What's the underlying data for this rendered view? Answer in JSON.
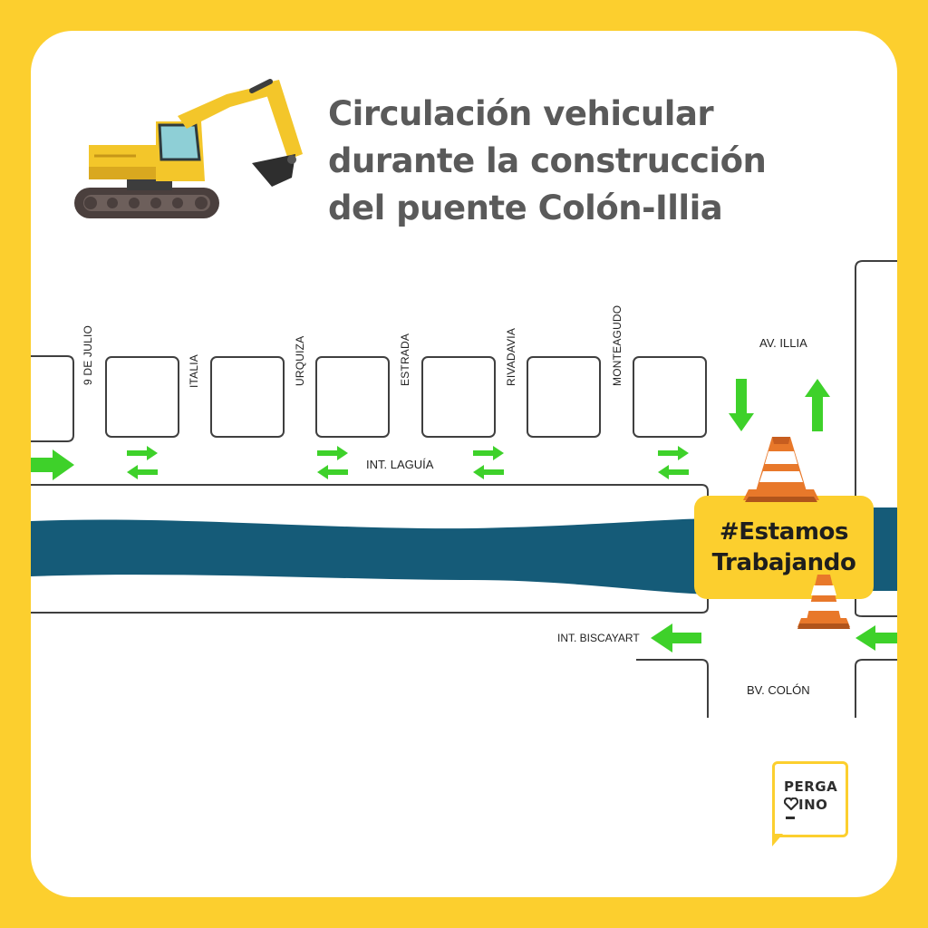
{
  "title": {
    "line1": "Circulación vehicular",
    "line2": "durante la construcción",
    "line3": "del puente Colón-Illia"
  },
  "streets": {
    "cross": [
      "9 DE JULIO",
      "ITALIA",
      "URQUIZA",
      "ESTRADA",
      "RIVADAVIA",
      "MONTEAGUDO"
    ],
    "av_illia": "AV. ILLIA",
    "int_laguia": "INT. LAGUÍA",
    "int_biscayart": "INT. BISCAYART",
    "bv_colon": "BV. COLÓN"
  },
  "badge": {
    "line1": "#Estamos",
    "line2": "Trabajando"
  },
  "logo": {
    "line1": "PERGA",
    "line2": "INO"
  },
  "colors": {
    "background": "#fccf2e",
    "river": "#155b78",
    "arrows": "#3ed12a",
    "excavator": "#f3c62a",
    "cone": "#e8782a"
  },
  "icons": [
    "excavator-icon",
    "traffic-cone-icon",
    "arrow-icon",
    "heart-icon"
  ]
}
